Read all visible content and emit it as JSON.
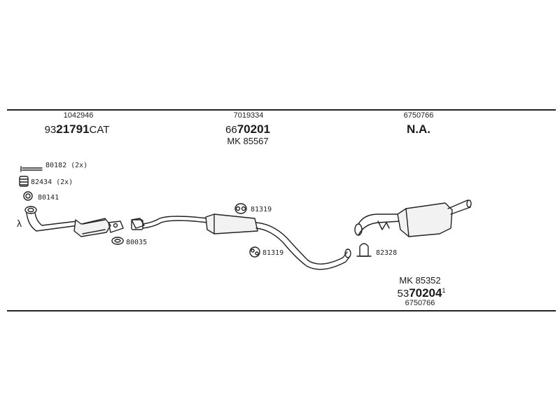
{
  "section_front": {
    "oe_number": "1042946",
    "part_prefix": "93",
    "part_main": "21791",
    "part_suffix": "CAT"
  },
  "section_middle": {
    "oe_number": "7019334",
    "part_prefix": "66",
    "part_main": "70201",
    "kit": "MK 85567"
  },
  "section_rear_top": {
    "oe_number": "6750766",
    "part_text": "N.A."
  },
  "section_rear_bottom": {
    "kit": "MK 85352",
    "part_prefix": "53",
    "part_main": "70204",
    "part_sup": "1",
    "oe_number": "6750766"
  },
  "fittings": {
    "bolt": "80182 (2x)",
    "spring": "82434 (2x)",
    "ring": "80141",
    "gasket": "80035",
    "hanger_upper": "81319",
    "hanger_lower": "81319",
    "clamp": "82328"
  },
  "lambda_symbol": "λ"
}
